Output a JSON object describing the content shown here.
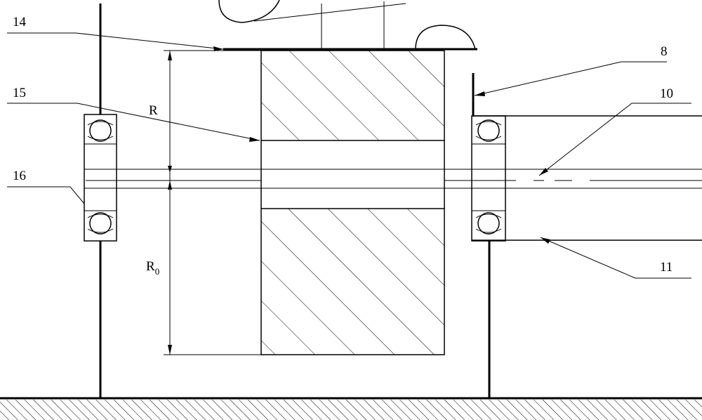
{
  "labels": {
    "part_14": "14",
    "part_15": "15",
    "part_16": "16",
    "part_8": "8",
    "part_10": "10",
    "part_11": "11",
    "dim_r": "R",
    "dim_r0_main": "R",
    "dim_r0_sub": "0"
  },
  "colors": {
    "line": "#000000",
    "background": "#ffffff"
  }
}
